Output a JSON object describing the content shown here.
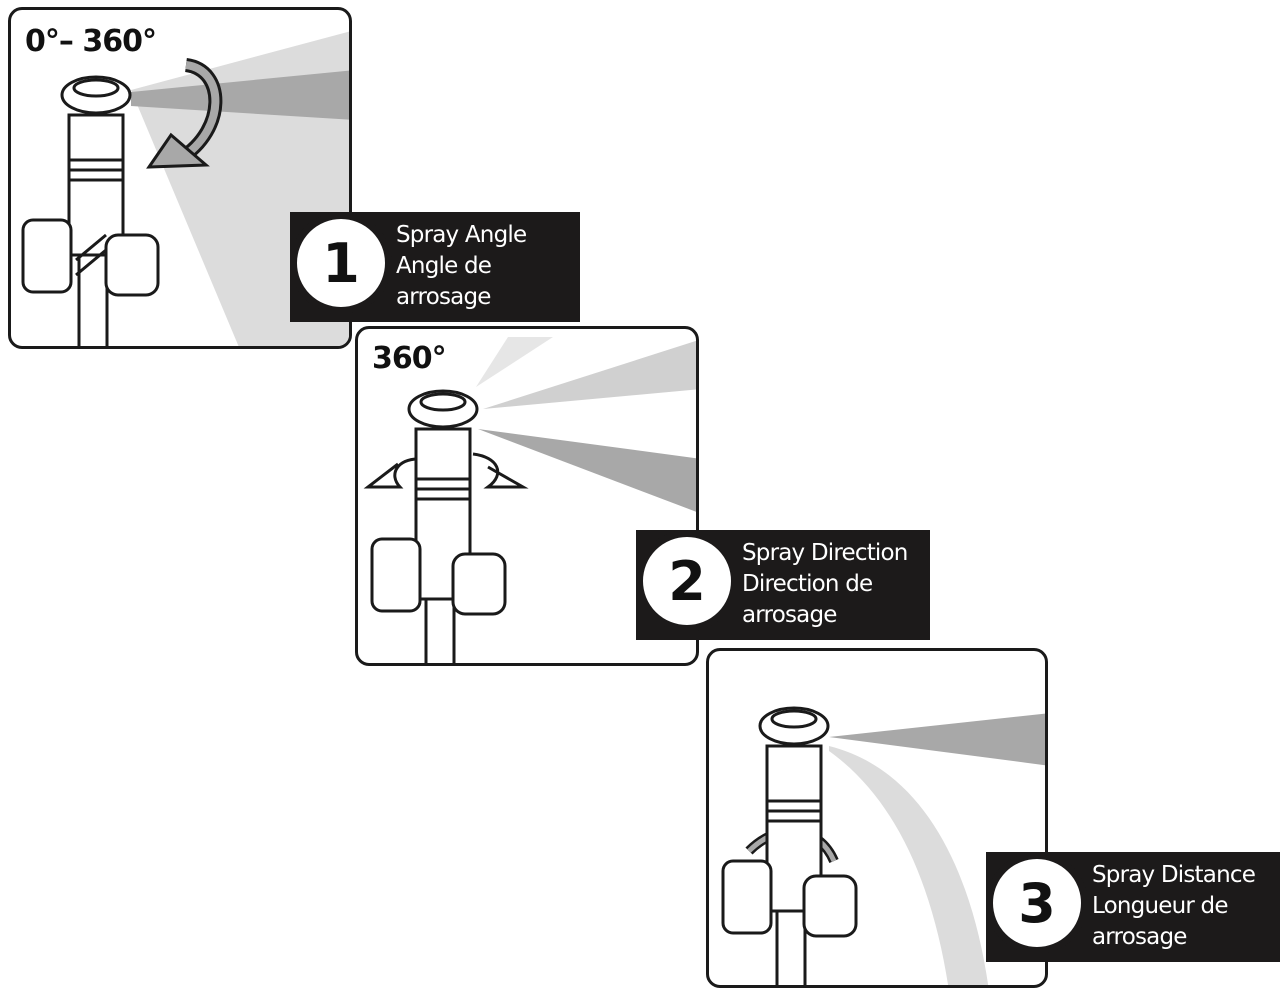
{
  "steps": [
    {
      "number": "1",
      "angle_label": "0°– 360°",
      "title_en": "Spray Angle",
      "title_fr_line1": "Angle de",
      "title_fr_line2": "arrosage"
    },
    {
      "number": "2",
      "angle_label": "360°",
      "title_en": "Spray Direction",
      "title_fr_line1": "Direction de",
      "title_fr_line2": "arrosage"
    },
    {
      "number": "3",
      "angle_label": "",
      "title_en": "Spray Distance",
      "title_fr_line1": "Longueur de",
      "title_fr_line2": "arrosage"
    }
  ],
  "colors": {
    "badge_bg": "#1c1a1a",
    "spray_light": "#d9d9d9",
    "spray_dark": "#a9a9a9",
    "outline": "#1a1a1a"
  }
}
